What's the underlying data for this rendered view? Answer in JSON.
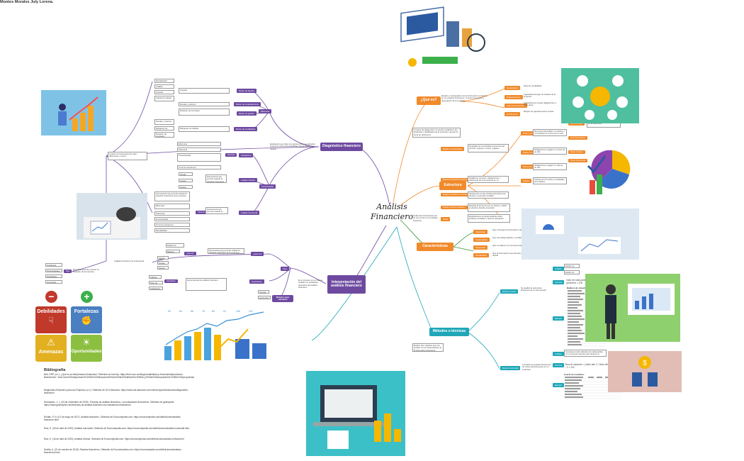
{
  "author": "Montes Morales July Lorena.",
  "central_topic": "Análisis Financiero",
  "main_nodes": {
    "que_es": "¿Qué es?",
    "diagnostico": "Diagnóstico financiero",
    "estructura": "Estructura",
    "caracteristicas": "Características",
    "interpretacion": "Interpretación del análisis financiero",
    "metodos": "Métodos o técnicas"
  },
  "que_es": {
    "definition": "Estudio e interpretación de la información contenida en los estados financieros, conocer la posición y desempeño de la empresa",
    "side_note": "A través del diagnóstico se pueden establecer las fortalezas y debilidades de la empresa y apoyar la toma de decisiones",
    "items": [
      "Rentabilidad",
      "Endeudamiento",
      "Solvencia Financiera",
      "Rendimiento"
    ],
    "descriptions": [
      "Nivel de rentabilidad",
      "Capacidad de pago de deudas de la empresa",
      "Capacidad de cumplir obligaciones a corto plazo",
      "Margen de ganancia sobre ventas"
    ]
  },
  "estructura": {
    "items": [
      "Estado de Resultados",
      "Estado de Situación Financiera",
      "Estado de Cambios en el Patrimonio",
      "Estado de Flujos de Efectivo",
      "Notas"
    ],
    "descriptions": [
      "Resultado de la actividad económica del periodo: ingresos, costos y gastos",
      "Detalla los recursos, obligaciones y patrimonio de una empresa en un momento determinado",
      "Variaciones en las cuentas del patrimonio durante un periodo contable",
      "Muestra la forma en que se obtuvo y utilizó el efectivo durante el periodo",
      "Explicaciones complementarias sobre políticas contables y hechos relevantes"
    ],
    "activo_items": [
      "Activo Corriente",
      "Activo No Corriente"
    ],
    "pasivo_items": [
      "Pasivo Corriente",
      "Pasivo No Corriente"
    ],
    "patrimonio": "Patrimonio",
    "capital": "Capital",
    "right_notes": [
      "Recursos disponibles en efectivo o convertibles en menos de un año",
      "Bienes de larga duración utilizados en la operación",
      "Obligaciones a pagar en menos de un año",
      "Obligaciones a pagar en más de un año",
      "Aportes de los socios y resultados acumulados"
    ]
  },
  "caracteristicas": {
    "items": [
      "Objetividad",
      "Imparcialidad",
      "Frecuencia",
      "Rentabilidad"
    ],
    "descriptions": [
      "Que contenga la información más importante",
      "Que sea independiente y confiable",
      "Que se elabore con la frecuencia requerida",
      "Que la información sea útil para comparar y decidir"
    ],
    "side_note": "Todas las herramientas son de uso común en el análisis financiero"
  },
  "metodos": {
    "left_note": "Existen dos métodos que nos ayudan con la interpretación de la información financiera",
    "vertical": "Método vertical",
    "horizontal": "Método horizontal",
    "vertical_desc": "Se analiza la estructura financiera de un solo periodo",
    "horizontal_desc": "Compara los estados financieros de varios periodos para ver su evolución",
    "vertical_items": [
      "Análisis",
      "Fórmula",
      "Ejemplo"
    ],
    "vertical_item_texts": [
      "Estado de situación",
      "Estado de resultados"
    ],
    "formula_vertical": "Valor de cada partida / Total del grupo al que pertenece × 100",
    "horizontal_items": [
      "Análisis",
      "Fórmula",
      "Ejemplo"
    ],
    "horizontal_text": "Compara el valor absoluto de cada partida con el periodo anterior para obtener la variación",
    "formula_horizontal": "Tasa de variación = (Valor año 2 / Valor año 1) − 1 × 100",
    "table1_title": "Balance de situación",
    "table2_title": "Cuenta de resultados"
  },
  "diagnostico": {
    "intro": "Evaluación que hace la empresa sobre su situación financiera actual para identificar oportunidades y riesgos",
    "note_top": "Cuando se busca generar valor, diferenciar y crecer",
    "branches": [
      "Razón de liquidez",
      "Razón de endeudamiento",
      "Razón de gestión",
      "Razón de rentabilidad",
      "Indicadores",
      "Análisis Vertical",
      "Análisis Horizontal"
    ],
    "left_items": [
      "Rentabilidad",
      "Análisis",
      "Liquidez",
      "Capital de trabajo",
      "Deudas y pasivos",
      "Márgenes de utilidad",
      "Rotación de inventario"
    ],
    "extra_items": [
      "Eficiencia",
      "Solvencia",
      "Productividad",
      "Toma de decisiones"
    ]
  },
  "interpretacion": {
    "intro": "Es el proceso por el cual se evalúan los resultados obtenidos del análisis financiero",
    "para": "Para",
    "que_es": "¿Qué es?",
    "importancia": "Importancia",
    "metodos": "Métodos para calcularlo",
    "herramientas": "Herramientas de análisis financiero",
    "vertical": "Vertical",
    "horizontal": "Horizontal",
    "left_branch": "Análisis Financiero de la Empresa",
    "left_items": [
      "Estado de Resultados",
      "Balance General",
      "Flujo de Efectivo",
      "Indicadores"
    ],
    "sub_items": [
      "Ventas",
      "Costos",
      "Gastos",
      "Utilidad"
    ],
    "desc": "Herramienta que permite evaluar la situación financiera de la empresa"
  },
  "left_small": {
    "note": "El análisis permite conocer la situación de la empresa",
    "items": [
      "Fortalezas",
      "Oportunidades",
      "Debilidades",
      "Amenazas"
    ]
  },
  "swot": [
    "Debilidades",
    "Fortalezas",
    "Amenazas",
    "Oportunidades"
  ],
  "bibliography_title": "Bibliografía",
  "bibliography": [
    "Bret, ERP. (s.f.). ¿Qué es la interpretación financiera? Obtenido de bret erp: https://bret.com.mx/blog/contabilidad-y-finanzas/interpretacion-financiera/#:~:text=Una%20interpretaci%C3%B3n%20financiera%20es%20la%20definici%C3%B3n,y%20la%20interpretaci%C3%B3n%20propuestas",
    "Diagnóstico financiero para una Empresa. (s.f.). Obtenido de OLS Asesores: https://www.ols-asesores.com/mexico/pymes/asesores/diagnostico-financiero/",
    "Hernández, J. L. (03 de noviembre de 2005). Técnicas de análisis financiero. Los indicadores financieros. Obtenido de gestiopolis: https://www.gestiopolis.com/tecnicas-de-analisis-financiero-los-indicadores-financieros/",
    "Roldán, P. N. (01 de mayo de 2017). Análisis financiero. Obtenido de Economipedia.com: https://economipedia.com/definiciones/analisis-financiero.html",
    "Ruiz, E. (25 de abril de 2020). Análisis horizontal. Obtenido de Economipedia.com: https://economipedia.com/definiciones/analisis-horizontal.html",
    "Ruiz, E. (16 de abril de 2020). Análisis vertical. Obtenido de Economipedia.com: https://economipedia.com/definiciones/analisis-vertical.html",
    "Sevilla, A. (21 de octubre de 2015). Estados financieros. Obtenido de Economipedia.com: https://economipedia.com/definiciones/estados-financieros.html"
  ],
  "colors": {
    "purple": "#6d4aa0",
    "orange": "#f08a2b",
    "teal": "#1fa7b8",
    "line": "#7a7a7a"
  },
  "chart_numbers": [
    "30",
    "50",
    "66",
    "76",
    "83",
    "91",
    "105",
    "110"
  ]
}
